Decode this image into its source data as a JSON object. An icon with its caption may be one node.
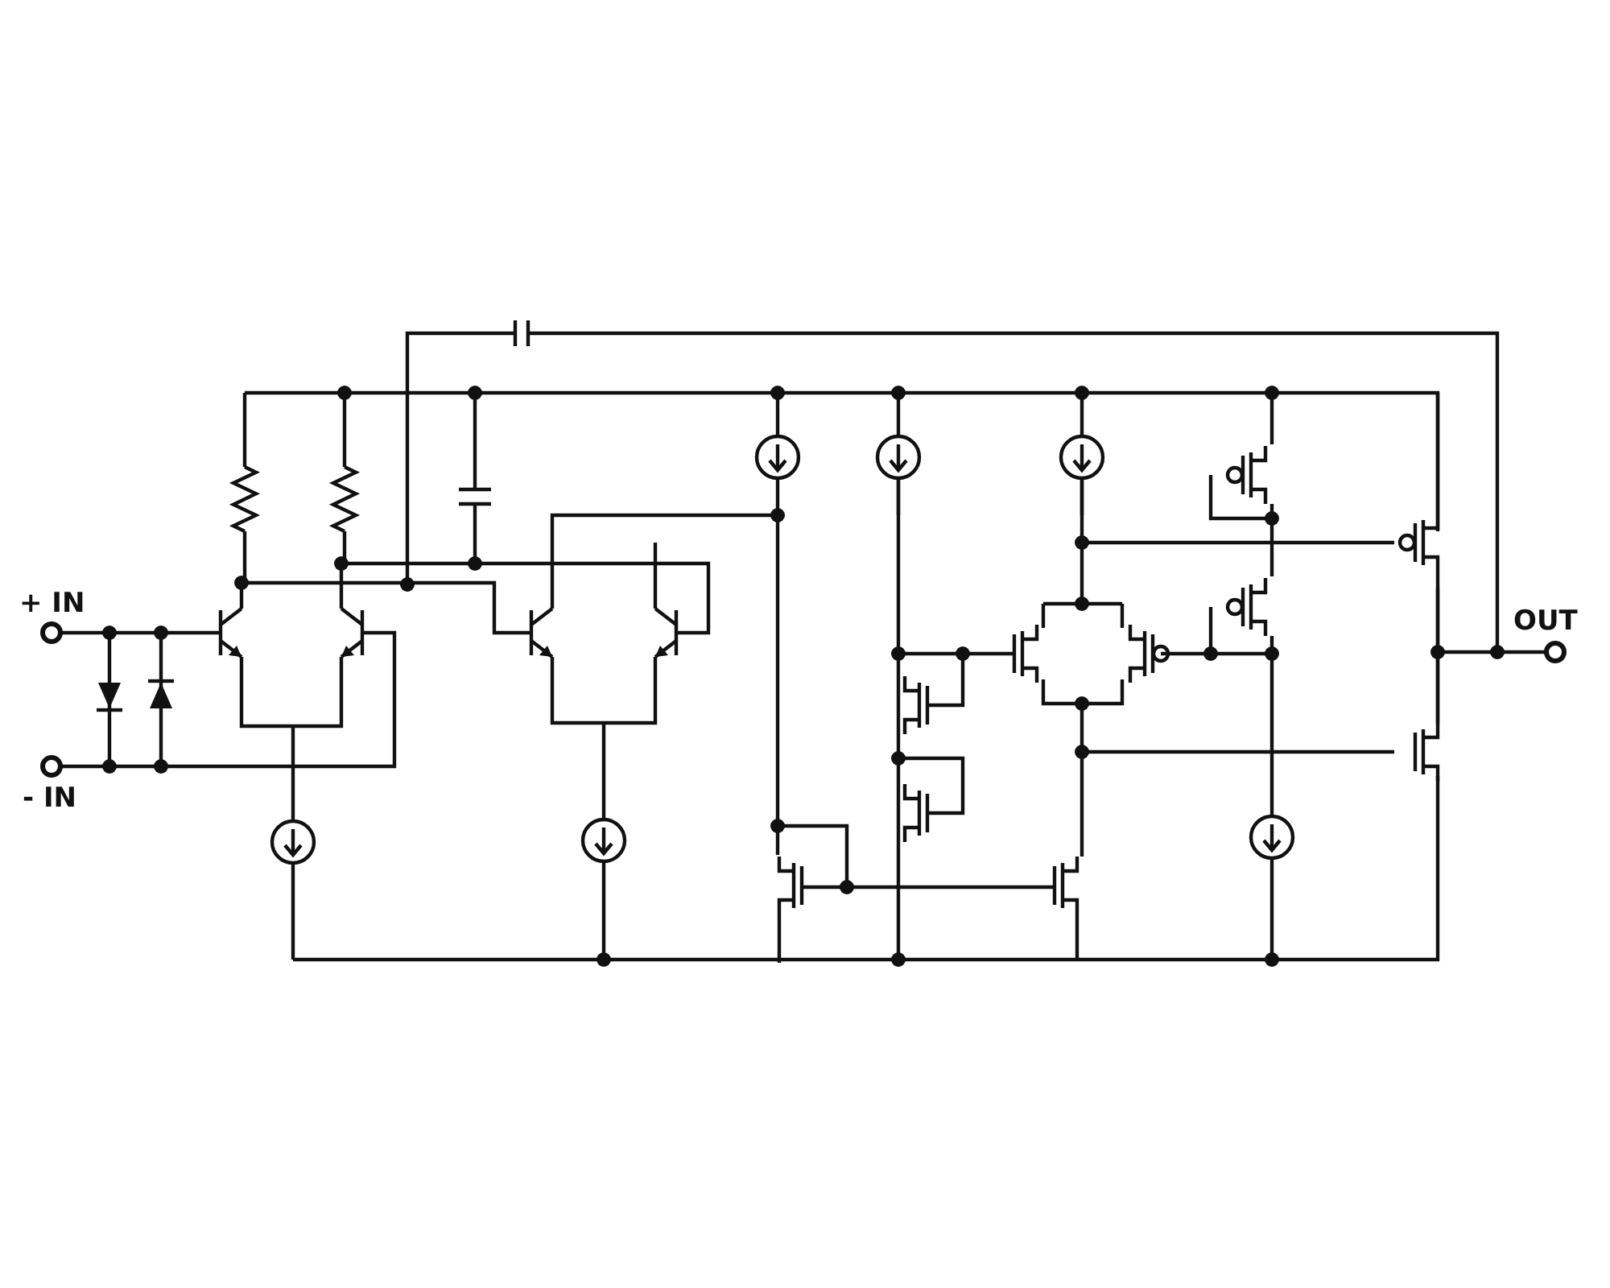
{
  "diagram": {
    "labels": [
      "+ IN",
      "- IN",
      "OUT"
    ]
  }
}
